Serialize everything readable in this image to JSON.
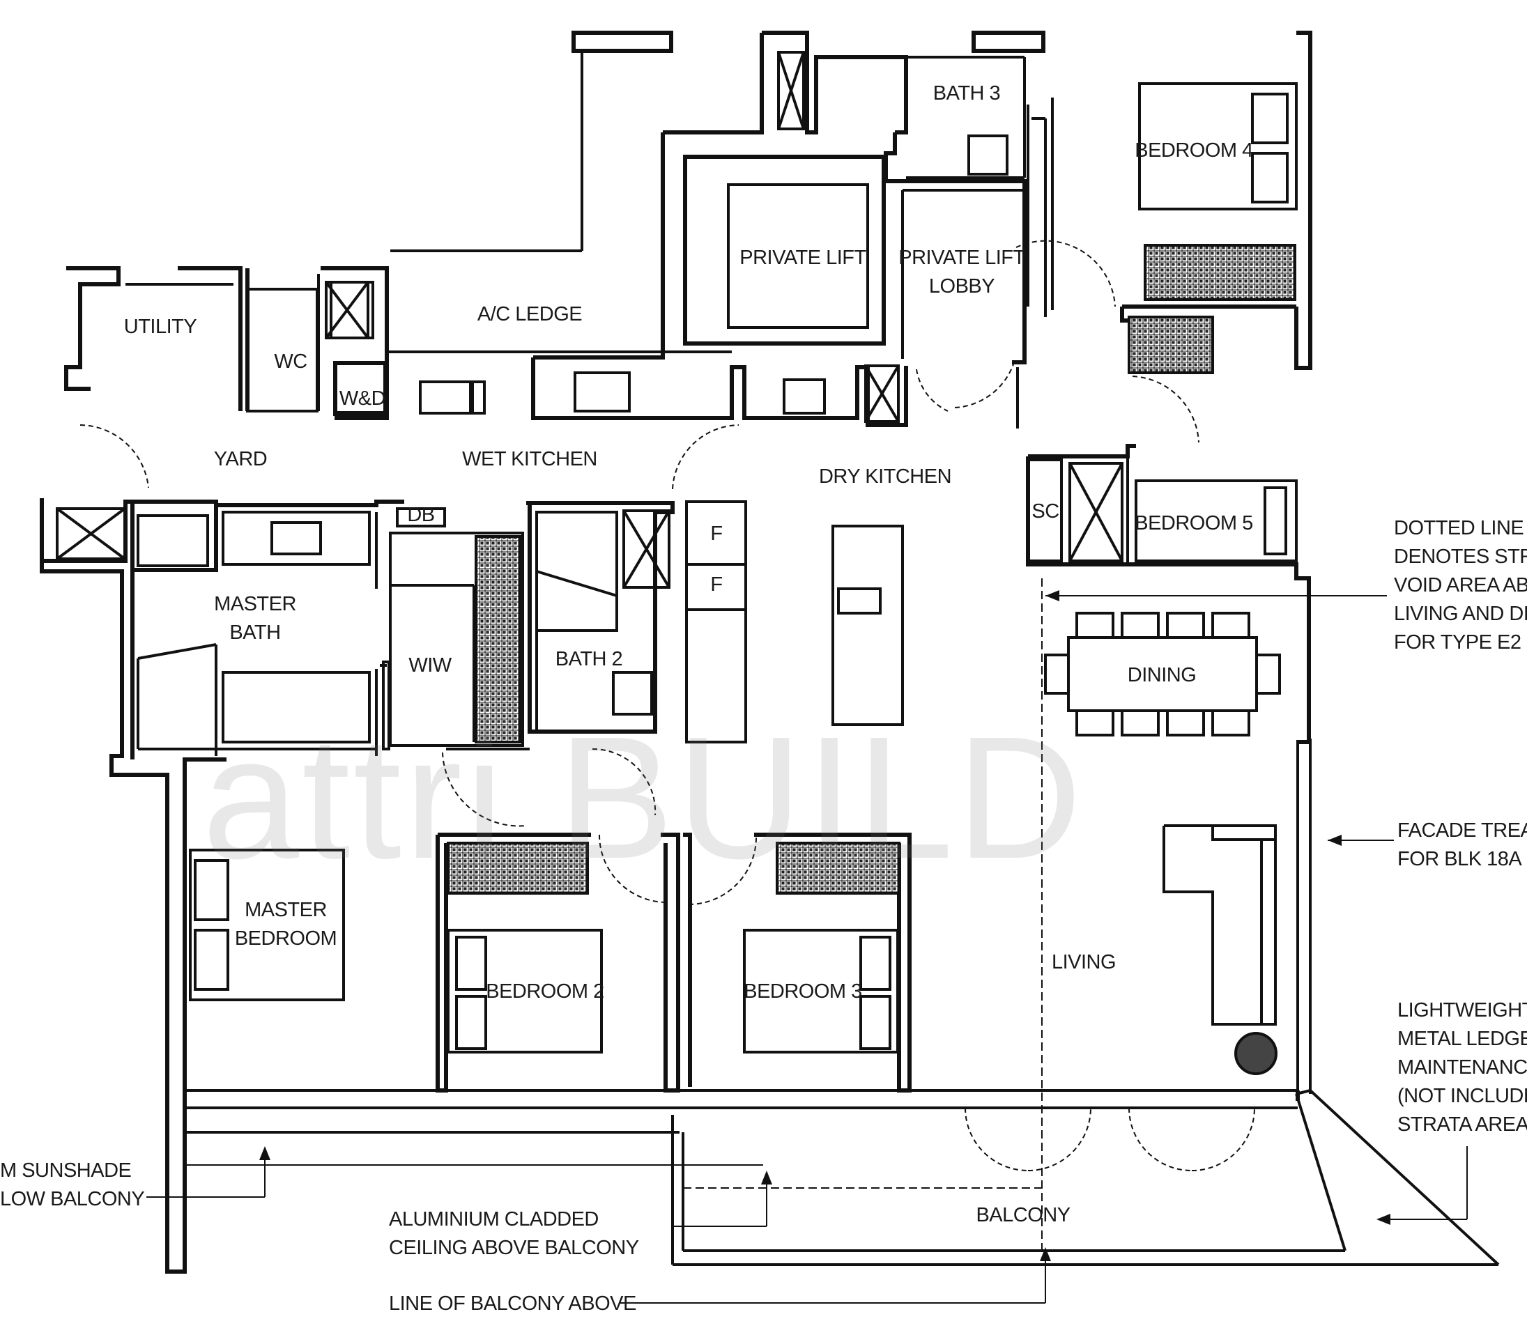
{
  "watermark": "attri BUILD",
  "rooms": {
    "utility": "UTILITY",
    "wc": "WC",
    "wd": "W&D",
    "ac_ledge": "A/C LEDGE",
    "yard": "YARD",
    "wet_kitchen": "WET KITCHEN",
    "db": "DB",
    "private_lift": "PRIVATE LIFT",
    "private_lift_lobby": [
      "PRIVATE LIFT",
      "LOBBY"
    ],
    "bath3": "BATH 3",
    "bedroom4": "BEDROOM 4",
    "dry_kitchen": "DRY KITCHEN",
    "sc": "SC",
    "bedroom5": "BEDROOM 5",
    "f1": "F",
    "f2": "F",
    "master_bath": [
      "MASTER",
      "BATH"
    ],
    "wiw": "WIW",
    "bath2": "BATH 2",
    "dining": "DINING",
    "master_bedroom": [
      "MASTER",
      "BEDROOM"
    ],
    "bedroom2": "BEDROOM 2",
    "bedroom3": "BEDROOM 3",
    "living": "LIVING",
    "balcony": "BALCONY"
  },
  "notes": {
    "dotted_line": [
      "DOTTED LINE",
      "DENOTES STRA",
      "VOID AREA ABO",
      "LIVING AND DIN",
      "FOR TYPE E2"
    ],
    "facade": [
      "FACADE TREAT",
      "FOR BLK 18A"
    ],
    "ledge": [
      "LIGHTWEIGHT",
      "METAL LEDGE F",
      "MAINTENANCE",
      "(NOT INCLUDED",
      "STRATA AREA)"
    ],
    "sunshade": [
      "M SUNSHADE",
      "LOW BALCONY"
    ],
    "aluminium": [
      "ALUMINIUM CLADDED",
      "CEILING ABOVE BALCONY"
    ],
    "line_balcony": "LINE OF BALCONY ABOVE"
  }
}
